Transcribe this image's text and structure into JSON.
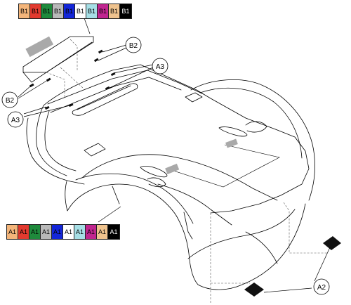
{
  "swatch_rows": {
    "top": {
      "items": [
        {
          "text": "B1",
          "color": "#f4b57a",
          "text_color": "#000000"
        },
        {
          "text": "B1",
          "color": "#e23a2f",
          "text_color": "#000000"
        },
        {
          "text": "B1",
          "color": "#1f8a3c",
          "text_color": "#000000"
        },
        {
          "text": "B1",
          "color": "#b9b9b9",
          "text_color": "#000000"
        },
        {
          "text": "B1",
          "color": "#1326d9",
          "text_color": "#000000"
        },
        {
          "text": "B1",
          "color": "#ffffff",
          "text_color": "#000000"
        },
        {
          "text": "B1",
          "color": "#a6dfe6",
          "text_color": "#000000"
        },
        {
          "text": "B1",
          "color": "#c0268f",
          "text_color": "#000000"
        },
        {
          "text": "B1",
          "color": "#efc38e",
          "text_color": "#000000"
        },
        {
          "text": "B1",
          "color": "#000000",
          "text_color": "#ffffff"
        }
      ]
    },
    "bottom": {
      "items": [
        {
          "text": "A1",
          "color": "#f4b57a",
          "text_color": "#000000"
        },
        {
          "text": "A1",
          "color": "#e23a2f",
          "text_color": "#000000"
        },
        {
          "text": "A1",
          "color": "#1f8a3c",
          "text_color": "#000000"
        },
        {
          "text": "A1",
          "color": "#b9b9b9",
          "text_color": "#000000"
        },
        {
          "text": "A1",
          "color": "#1326d9",
          "text_color": "#000000"
        },
        {
          "text": "A1",
          "color": "#ffffff",
          "text_color": "#000000"
        },
        {
          "text": "A1",
          "color": "#a6dfe6",
          "text_color": "#000000"
        },
        {
          "text": "A1",
          "color": "#c0268f",
          "text_color": "#000000"
        },
        {
          "text": "A1",
          "color": "#efc38e",
          "text_color": "#000000"
        },
        {
          "text": "A1",
          "color": "#000000",
          "text_color": "#ffffff"
        }
      ]
    }
  },
  "callouts": {
    "b2_right": "B2",
    "b2_left": "B2",
    "a3_right": "A3",
    "a3_left": "A3",
    "a2": "A2"
  },
  "colors": {
    "line": "#000000",
    "label_gray": "#a9a9a9",
    "label_dark": "#111111"
  }
}
